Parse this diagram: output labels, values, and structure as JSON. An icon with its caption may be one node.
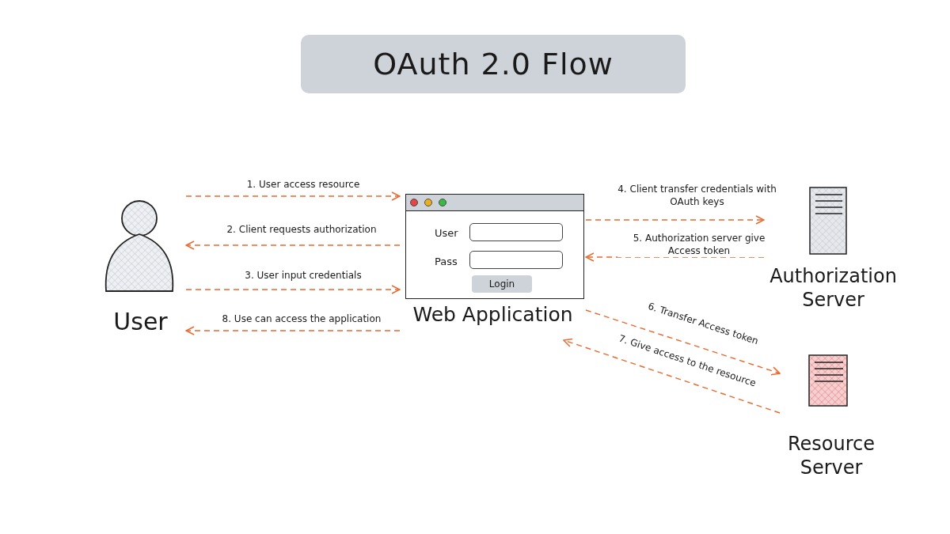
{
  "diagram": {
    "title": "OAuth 2.0 Flow",
    "nodes": [
      {
        "text": [
          "User"
        ]
      },
      {
        "text": [
          "Web Application"
        ]
      },
      {
        "text": [
          "Login"
        ],
        "in": 1
      },
      {
        "text": [
          "Authorization Server"
        ]
      },
      {
        "text": [
          "Resource Server"
        ]
      }
    ],
    "edges": [
      {
        "from": 0,
        "to": 1,
        "arrow": "to",
        "label": "1. User access resource",
        "style": "dashed"
      },
      {
        "from": 1,
        "to": 0,
        "arrow": "to",
        "label": "2. Client requests authorization",
        "style": "dashed"
      },
      {
        "from": 0,
        "to": 1,
        "arrow": "to",
        "label": "3. User input credentials",
        "style": "dashed"
      },
      {
        "from": 1,
        "to": 3,
        "arrow": "to",
        "label": "4. Client transfer credentials with OAuth keys",
        "style": "dashed"
      },
      {
        "from": 3,
        "to": 1,
        "arrow": "to",
        "label": "5. Authorization server give Access token",
        "style": "dashed"
      },
      {
        "from": 1,
        "to": 4,
        "arrow": "to",
        "label": "6. Transfer Access token",
        "style": "dashed"
      },
      {
        "from": 4,
        "to": 1,
        "arrow": "to",
        "label": "7. Give access to the resource",
        "style": "dashed"
      },
      {
        "from": 1,
        "to": 0,
        "arrow": "to",
        "label": "8. Use can access the application",
        "style": "dashed"
      }
    ],
    "labels": [
      "User",
      "Pass"
    ]
  }
}
